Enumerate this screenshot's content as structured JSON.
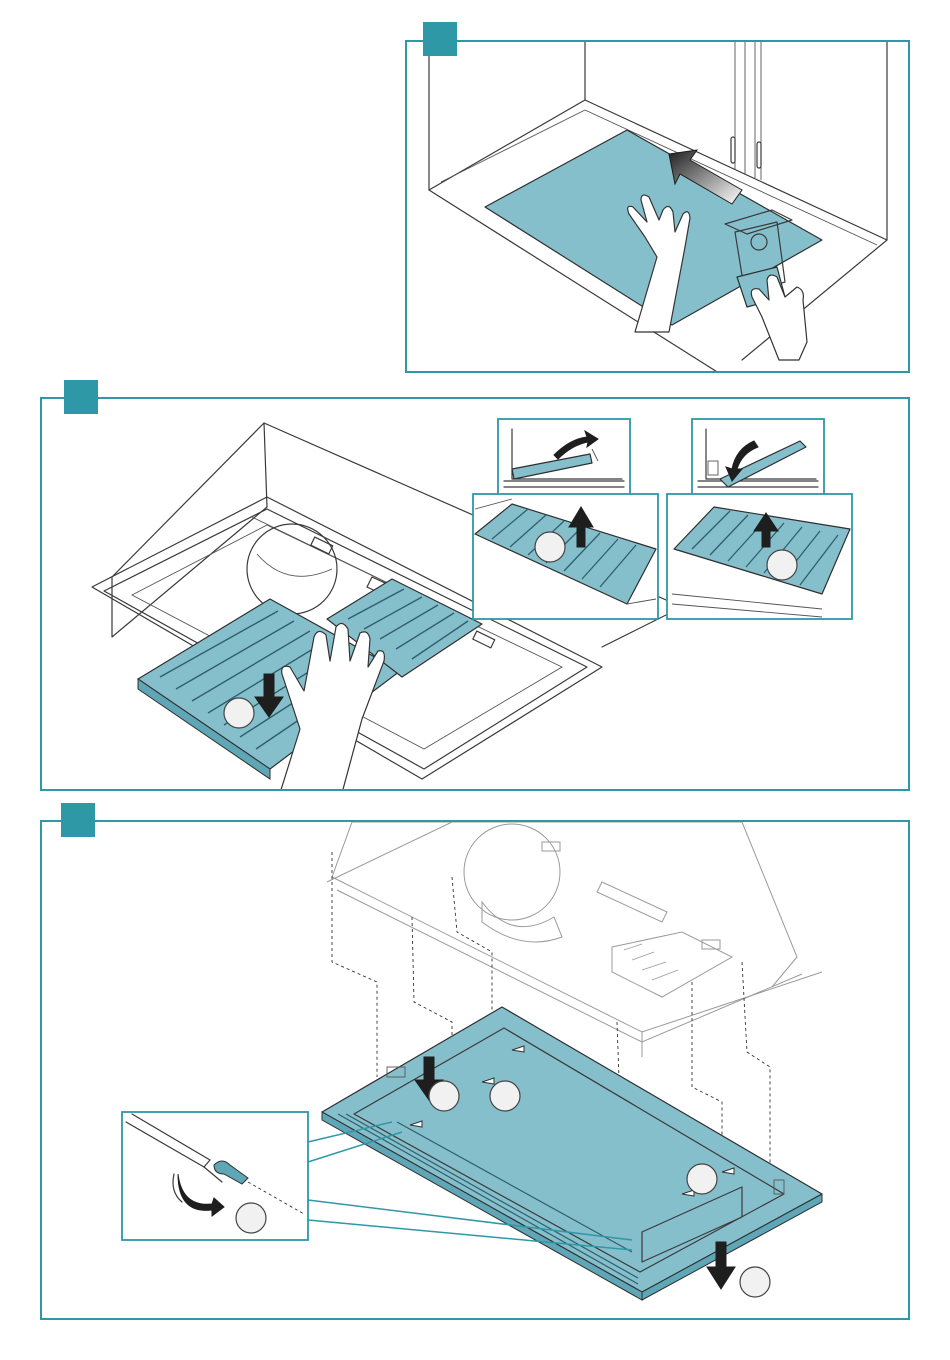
{
  "document": {
    "colors": {
      "accent": "#2f98a7",
      "filter_fill": "#86bfcc",
      "filter_dark": "#5fa7b6",
      "line": "#3a3a3a"
    }
  },
  "steps": [
    {
      "id": "step-1",
      "label": "",
      "depicts": []
    },
    {
      "id": "step-2",
      "label": "",
      "depicts": []
    },
    {
      "id": "step-3",
      "label": "",
      "depicts": []
    }
  ]
}
